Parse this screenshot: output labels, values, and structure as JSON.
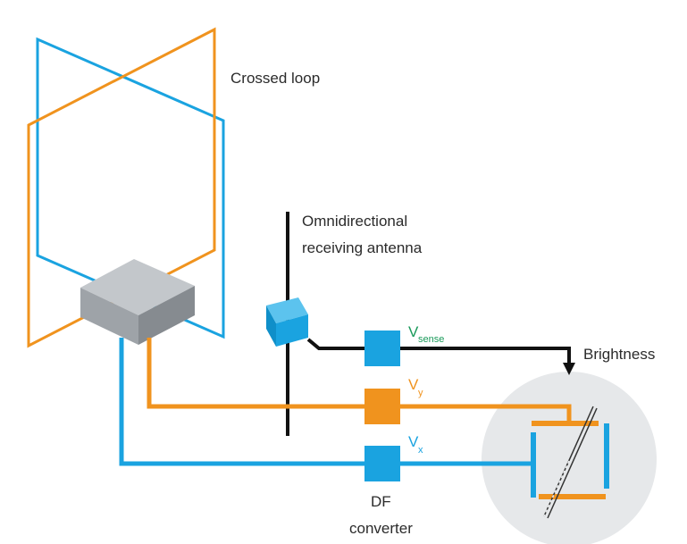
{
  "labels": {
    "crossed_loop": "Crossed loop",
    "omni_line1": "Omnidirectional",
    "omni_line2": "receiving antenna",
    "brightness": "Brightness",
    "df_line1": "DF",
    "df_line2": "converter"
  },
  "signals": {
    "sense": {
      "main": "V",
      "sub": "sense"
    },
    "y": {
      "main": "V",
      "sub": "y"
    },
    "x": {
      "main": "V",
      "sub": "x"
    }
  },
  "colors": {
    "blue": "#1aa3e0",
    "orange": "#f0931e",
    "black": "#111111",
    "green": "#1a9a5a",
    "box_gray": "#a3a8ad",
    "display_bg": "#e6e8ea"
  },
  "icons": [
    "crossed-loop-antenna",
    "omni-antenna",
    "df-converter-box",
    "display-scope"
  ]
}
